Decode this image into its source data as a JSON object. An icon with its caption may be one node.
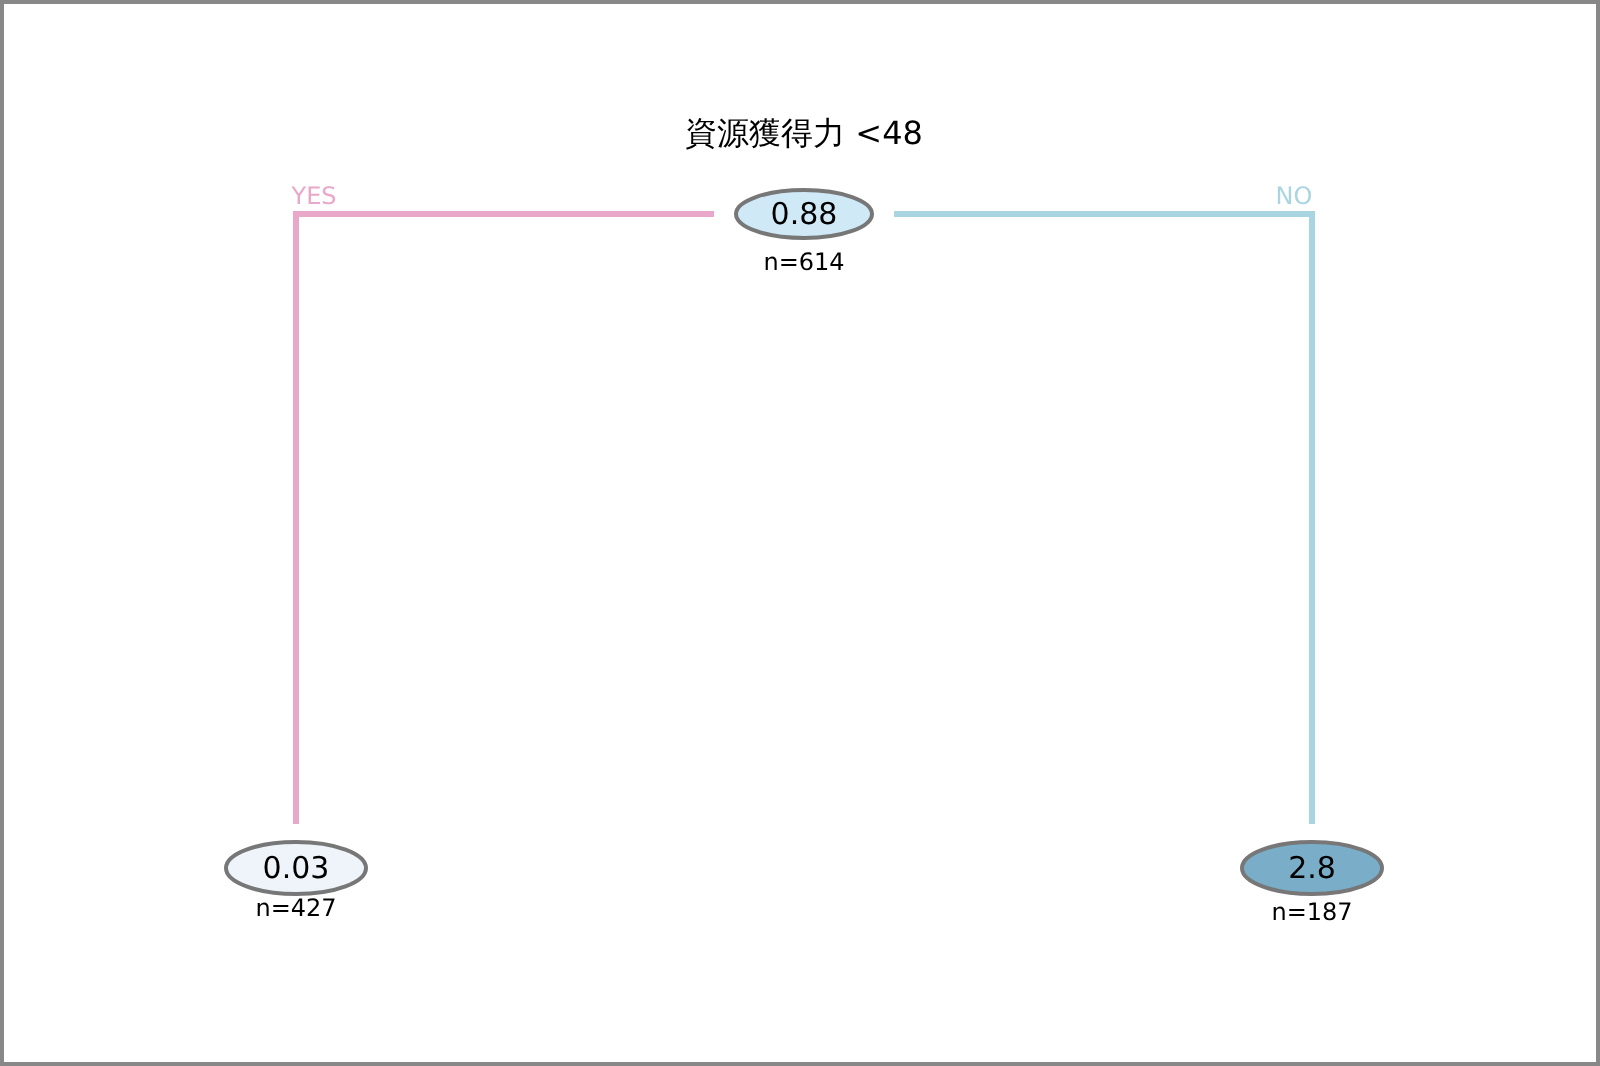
{
  "diagram": {
    "nodes": [
      {
        "text": [
          "0.88"
        ],
        "beside": [
          "資源獲得力 <48",
          "n=614"
        ]
      },
      {
        "text": [
          "0.03"
        ],
        "beside": [
          "n=427"
        ]
      },
      {
        "text": [
          "2.8"
        ],
        "beside": [
          "n=187"
        ]
      }
    ],
    "edges": [
      {
        "from": 0,
        "to": 1,
        "arrow": "none",
        "label": "YES",
        "color": "#e9a8c9"
      },
      {
        "from": 0,
        "to": 2,
        "arrow": "none",
        "label": "NO",
        "color": "#a9d5e1"
      }
    ]
  }
}
